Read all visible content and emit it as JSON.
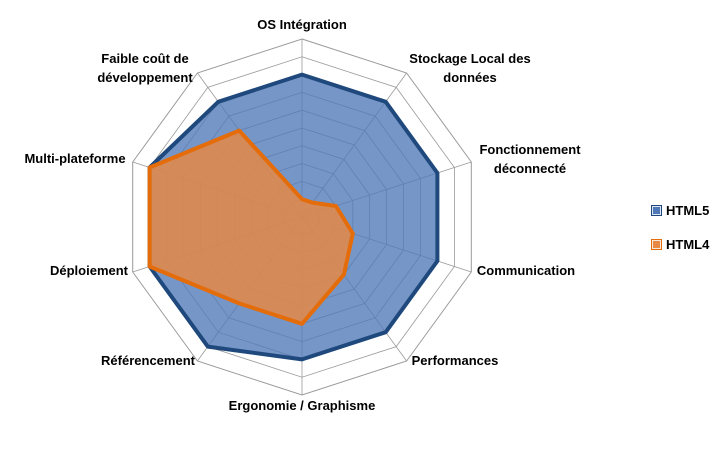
{
  "chart_data": {
    "type": "radar",
    "axes": [
      "OS Intégration",
      "Stockage Local des données",
      "Fonctionnement déconnecté",
      "Communication",
      "Performances",
      "Ergonomie / Graphisme",
      "Référencement",
      "Déploiement",
      "Multi-plateforme",
      "Faible coût de développement"
    ],
    "axis_label_lines": [
      [
        "OS Intégration"
      ],
      [
        "Stockage Local des",
        "données"
      ],
      [
        "Fonctionnement",
        "déconnecté"
      ],
      [
        "Communication"
      ],
      [
        "Performances"
      ],
      [
        "Ergonomie / Graphisme"
      ],
      [
        "Référencement"
      ],
      [
        "Déploiement"
      ],
      [
        "Multi-plateforme"
      ],
      [
        "Faible coût de",
        "développement"
      ]
    ],
    "rmax": 10,
    "gridlines": 10,
    "series": [
      {
        "name": "HTML5",
        "color": "#1F497D",
        "fill": "#4F78B7",
        "fill_opacity": 0.78,
        "values": [
          8,
          8,
          8,
          8,
          8,
          8,
          9,
          9,
          9,
          8
        ]
      },
      {
        "name": "HTML4",
        "color": "#E46C0A",
        "fill": "#E68A45",
        "fill_opacity": 0.85,
        "values": [
          1,
          1,
          2,
          3,
          4,
          6,
          6,
          9,
          9,
          6
        ]
      }
    ],
    "legend_position": "right"
  }
}
